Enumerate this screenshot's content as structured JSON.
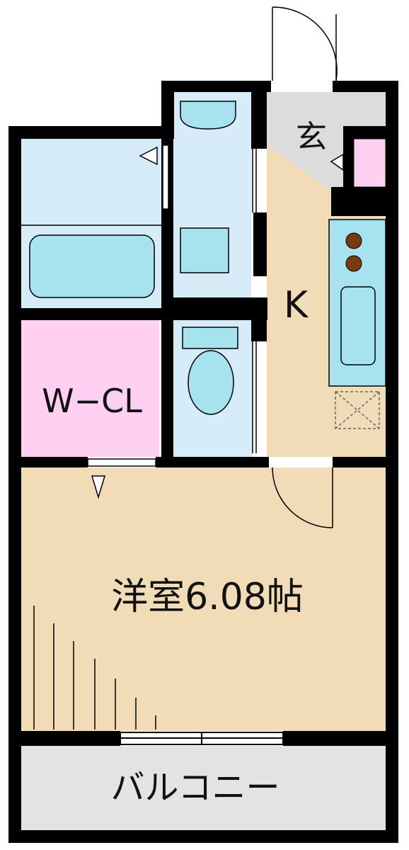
{
  "rooms": {
    "entrance": "玄",
    "kitchen": "K",
    "walk_in_closet": "W−CL",
    "western_room": "洋室6.08帖",
    "balcony": "バルコニー"
  },
  "colors": {
    "wall": "#000000",
    "bath_fill": "#d6ecf8",
    "fixture_fill": "#a6e3ee",
    "closet_fill": "#ffd0f2",
    "living_fill": "#f2dcb8",
    "entrance_fill": "#dcdcdc",
    "balcony_fill": "#e3e3e3",
    "stove": "#7a3a10"
  },
  "icons": {
    "entry_door": "door-swing-icon",
    "toilet": "toilet-icon",
    "washbasin": "washbasin-icon",
    "washer_pan": "washing-machine-pan-icon",
    "bathtub": "bathtub-icon",
    "stove": "stove-burner-icon",
    "sink": "kitchen-sink-icon",
    "fridge": "fridge-space-icon",
    "shoe_cabinet": "shoe-cabinet-icon"
  }
}
